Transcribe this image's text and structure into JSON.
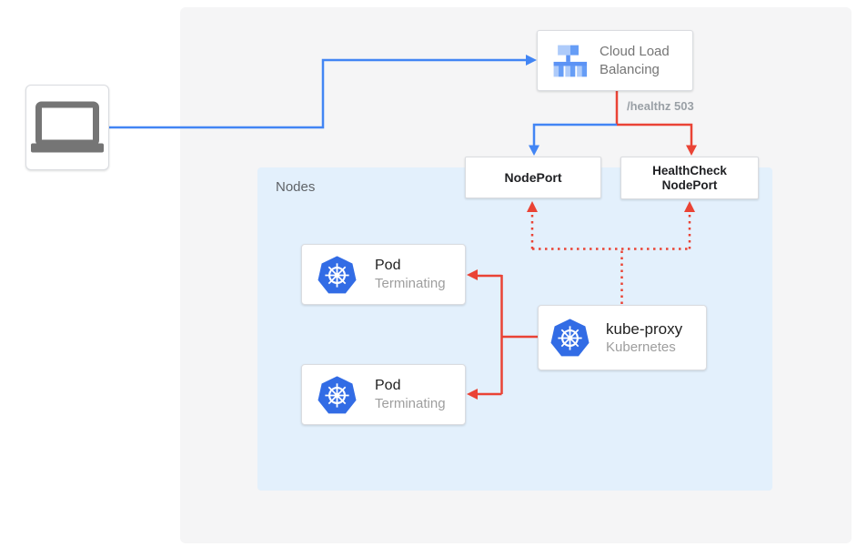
{
  "colors": {
    "page-bg": "#ffffff",
    "panel-bg": "#f5f5f6",
    "nodes-bg": "#e3f0fc",
    "box-border": "#dadce0",
    "accent-blue": "#4285f4",
    "accent-red": "#ea4335",
    "icon-gray": "#757575",
    "text-dark": "#212121",
    "text-gray": "#757575",
    "text-light-gray": "#9e9e9e",
    "label-gray": "#5f6368",
    "healthz-gray": "#9aa0a6",
    "k8s-blue": "#326ce5"
  },
  "nodes_panel": {
    "label": "Nodes"
  },
  "cloud_load_balancing": {
    "label_line1": "Cloud Load",
    "label_line2": "Balancing",
    "icon": "load-balancer-icon"
  },
  "health_check_route": {
    "label": "/healthz 503"
  },
  "node_port": {
    "label": "NodePort"
  },
  "health_check_node_port": {
    "label_line1": "HealthCheck",
    "label_line2": "NodePort"
  },
  "pods": [
    {
      "title": "Pod",
      "status": "Terminating",
      "icon": "kubernetes-icon"
    },
    {
      "title": "Pod",
      "status": "Terminating",
      "icon": "kubernetes-icon"
    }
  ],
  "kube_proxy": {
    "title": "kube-proxy",
    "subtitle": "Kubernetes",
    "icon": "kubernetes-icon"
  },
  "client": {
    "icon": "laptop-icon"
  }
}
